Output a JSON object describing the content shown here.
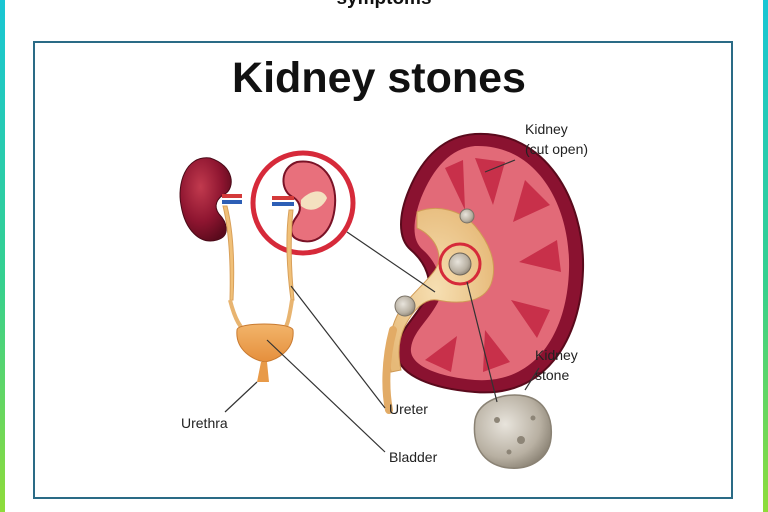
{
  "page": {
    "heading": "symptoms"
  },
  "diagram": {
    "title": "Kidney stones",
    "labels": {
      "kidney_line1": "Kidney",
      "kidney_line2": "(cut open)",
      "stone_line1": "Kidney",
      "stone_line2": "stone",
      "ureter": "Ureter",
      "urethra": "Urethra",
      "bladder": "Bladder"
    }
  }
}
